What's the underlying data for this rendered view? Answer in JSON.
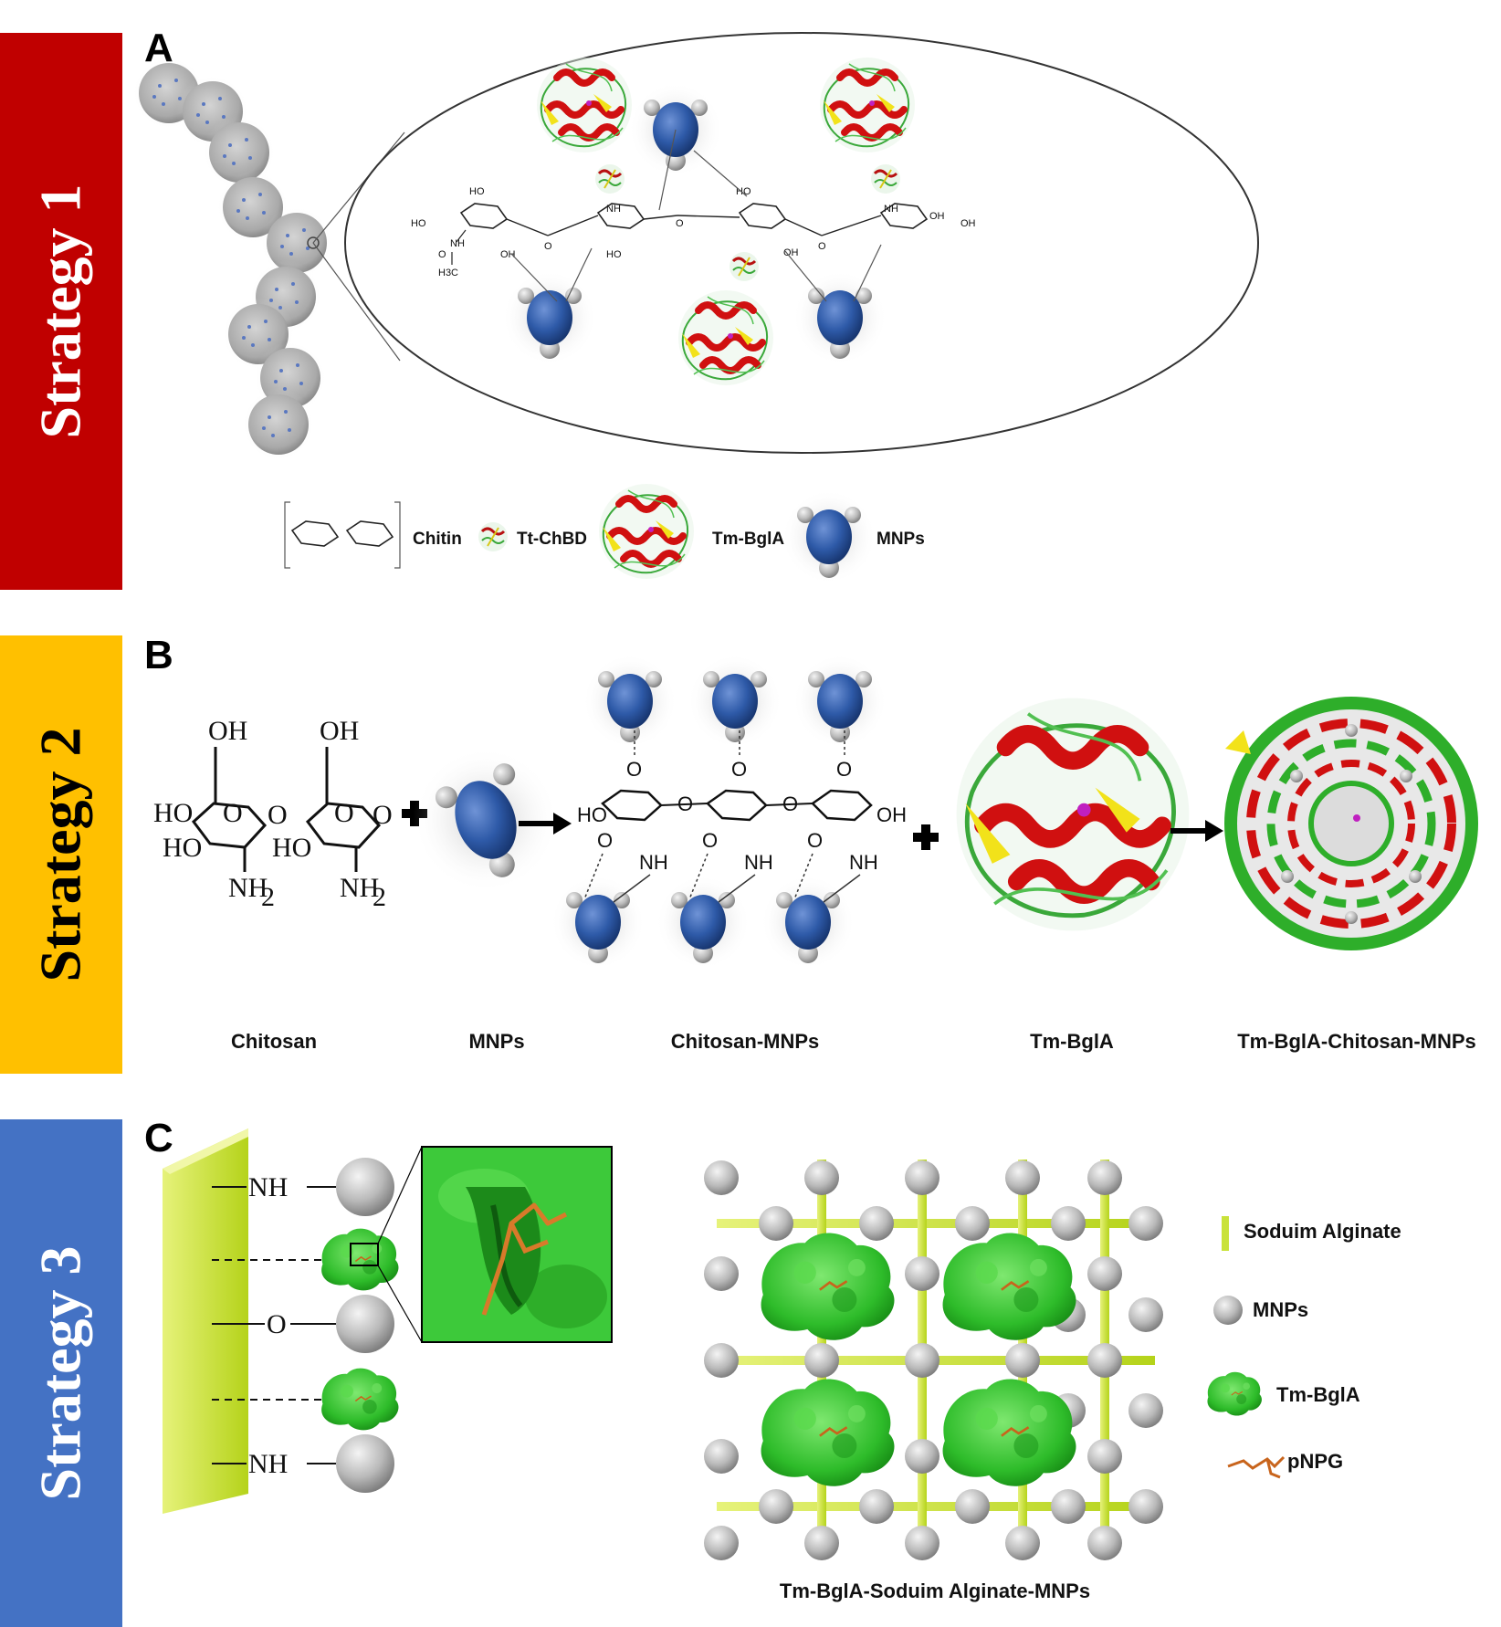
{
  "panels": {
    "a": {
      "letter": "A",
      "strategy": "Strategy 1",
      "color": "#c00000",
      "legend": [
        "Chitin",
        "Tt-ChBD",
        "Tm-BglA",
        "MNPs"
      ]
    },
    "b": {
      "letter": "B",
      "strategy": "Strategy 2",
      "color": "#ffc000",
      "labels": [
        "Chitosan",
        "MNPs",
        "Chitosan-MNPs",
        "Tm-BglA",
        "Tm-BglA-Chitosan-MNPs"
      ]
    },
    "c": {
      "letter": "C",
      "strategy": "Strategy 3",
      "color": "#4472c4",
      "legend": [
        "Soduim Alginate",
        "MNPs",
        "Tm-BglA",
        "pNPG"
      ],
      "caption": "Tm-BglA-Soduim Alginate-MNPs"
    }
  },
  "chem": {
    "oh": "OH",
    "ho": "HO",
    "o": "O",
    "nh": "NH",
    "nh2": "NH",
    "sub2": "2",
    "h3c": "H3C"
  }
}
